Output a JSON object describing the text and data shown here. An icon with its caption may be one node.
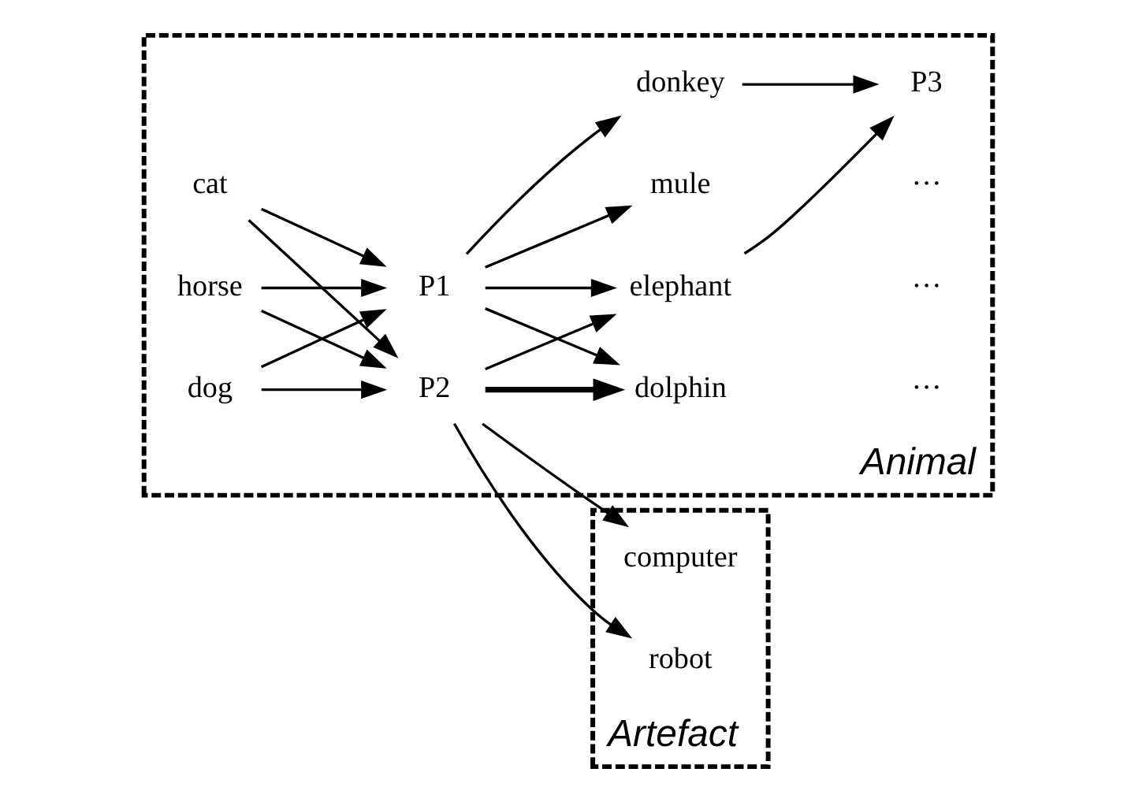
{
  "diagram": {
    "nodes": [
      {
        "text": [
          "Animal"
        ]
      },
      {
        "text": [
          "dog"
        ],
        "in": 0
      },
      {
        "text": [
          "cat"
        ],
        "in": 0
      },
      {
        "text": [
          "horse"
        ],
        "in": 0
      },
      {
        "text": [
          "P1"
        ],
        "in": 0
      },
      {
        "text": [
          "P2"
        ],
        "in": 0
      },
      {
        "text": [
          "elephant"
        ],
        "in": 0
      },
      {
        "text": [
          "donkey"
        ],
        "in": 0
      },
      {
        "text": [
          "mule"
        ],
        "in": 0
      },
      {
        "text": [
          "dolphin"
        ],
        "in": 0
      },
      {
        "text": [
          "P3"
        ],
        "in": 0
      },
      {
        "text": [
          "Artefact"
        ]
      },
      {
        "text": [
          "computer"
        ],
        "in": 11
      },
      {
        "text": [
          "robot"
        ],
        "in": 11
      }
    ],
    "edges": [
      {
        "from": 1,
        "to": 4,
        "arrow": "to"
      },
      {
        "from": 1,
        "to": 5,
        "arrow": "to"
      },
      {
        "from": 2,
        "to": 4,
        "arrow": "to"
      },
      {
        "from": 2,
        "to": 5,
        "arrow": "to"
      },
      {
        "from": 3,
        "to": 4,
        "arrow": "to"
      },
      {
        "from": 3,
        "to": 5,
        "arrow": "to"
      },
      {
        "from": 4,
        "to": 6,
        "arrow": "to"
      },
      {
        "from": 4,
        "to": 7,
        "arrow": "to"
      },
      {
        "from": 4,
        "to": 8,
        "arrow": "to"
      },
      {
        "from": 4,
        "to": 9,
        "arrow": "to"
      },
      {
        "from": 5,
        "to": 6,
        "arrow": "to"
      },
      {
        "from": 5,
        "to": 9,
        "arrow": "to",
        "style": "thick"
      },
      {
        "from": 5,
        "to": 12,
        "arrow": "to"
      },
      {
        "from": 5,
        "to": 13,
        "arrow": "to"
      },
      {
        "from": 6,
        "to": 10,
        "arrow": "to"
      },
      {
        "from": 7,
        "to": 10,
        "arrow": "to"
      }
    ],
    "labels": [
      "···",
      "···",
      "···"
    ]
  }
}
